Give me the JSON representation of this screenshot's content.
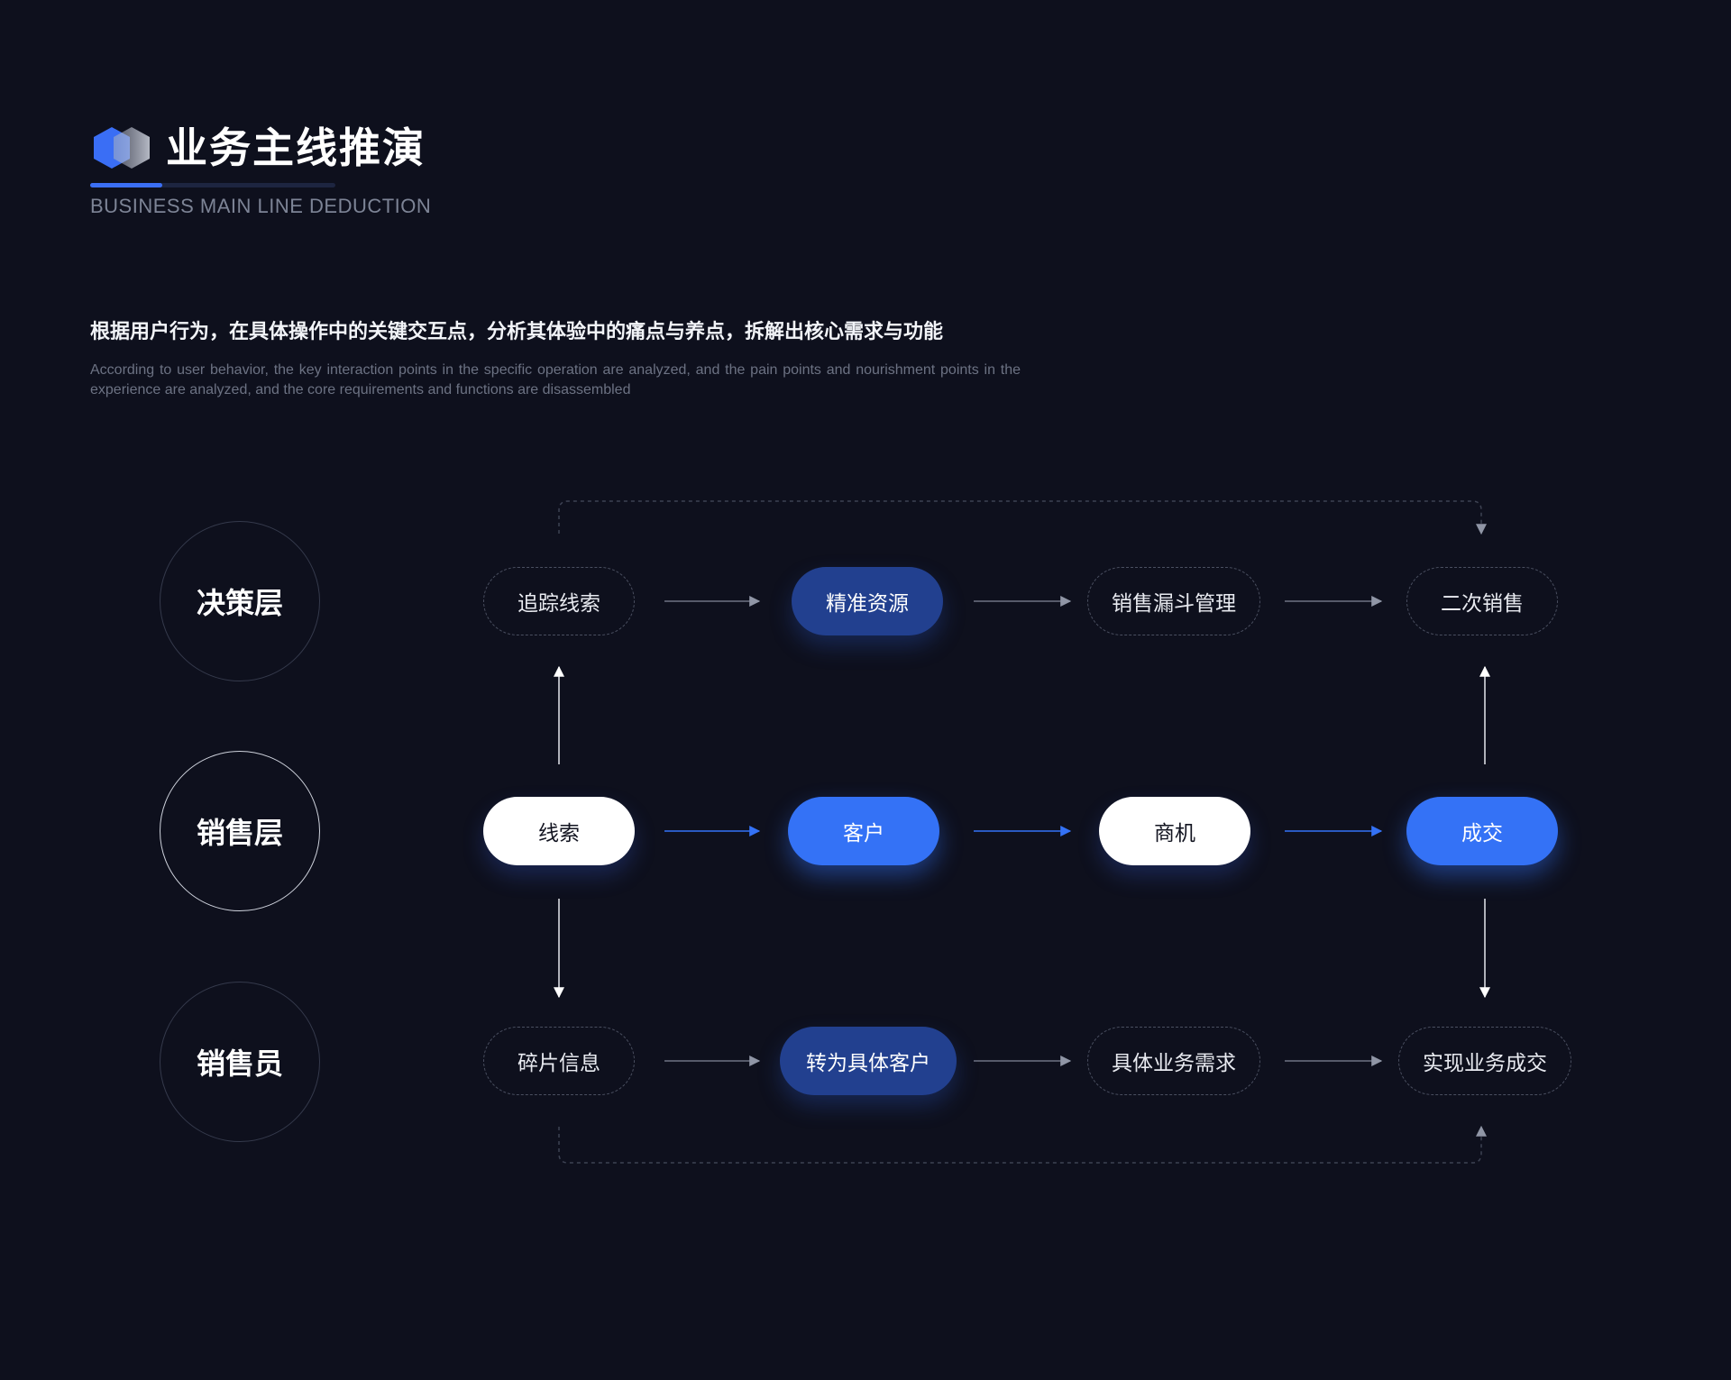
{
  "header": {
    "title": "业务主线推演",
    "subtitle": "BUSINESS MAIN LINE DEDUCTION"
  },
  "description": {
    "cn": "根据用户行为，在具体操作中的关键交互点，分析其体验中的痛点与养点，拆解出核心需求与功能",
    "en": "According to user behavior, the key interaction points in the specific operation are analyzed, and the pain points and nourishment points in the experience are analyzed, and the core requirements and functions are disassembled"
  },
  "layers": [
    "决策层",
    "销售层",
    "销售员"
  ],
  "rows": [
    [
      "追踪线索",
      "精准资源",
      "销售漏斗管理",
      "二次销售"
    ],
    [
      "线索",
      "客户",
      "商机",
      "成交"
    ],
    [
      "碎片信息",
      "转为具体客户",
      "具体业务需求",
      "实现业务成交"
    ]
  ],
  "colors": {
    "background": "#0e101d",
    "accent_blue": "#3472f6",
    "dark_blue": "#22408f",
    "dashed_border": "#4a4f60"
  }
}
